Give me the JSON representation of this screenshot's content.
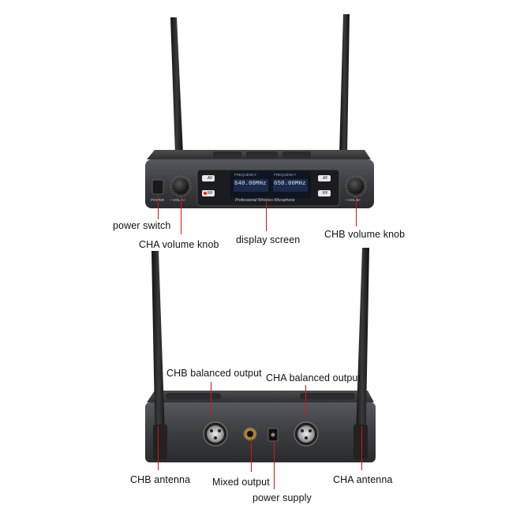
{
  "front": {
    "screen_heading_a": "FREQUENCY",
    "screen_heading_b": "FREQUENCY",
    "freq_a": "640.00MHz",
    "freq_b": "650.00MHz",
    "screen_caption": "Professional Wireless Microphone",
    "power_label": "POWER",
    "vol_a_label": "—VOL A+",
    "vol_b_label": "—VOL B+",
    "led_af_a": "AF",
    "led_rf_a": "RF",
    "led_af_b": "AF",
    "led_rf_b": "RF"
  },
  "labels": {
    "power_switch": "power switch",
    "cha_volume_knob": "CHA volume knob",
    "display_screen": "display screen",
    "chb_volume_knob": "CHB volume knob",
    "chb_balanced_output": "CHB balanced output",
    "cha_balanced_output": "CHA balanced output",
    "chb_antenna": "CHB antenna",
    "mixed_output": "Mixed output",
    "power_supply": "power supply",
    "cha_antenna": "CHA antenna"
  },
  "colors": {
    "annotation": "#dd1111",
    "body": "#3c3e42",
    "screen": "#0f1422"
  }
}
